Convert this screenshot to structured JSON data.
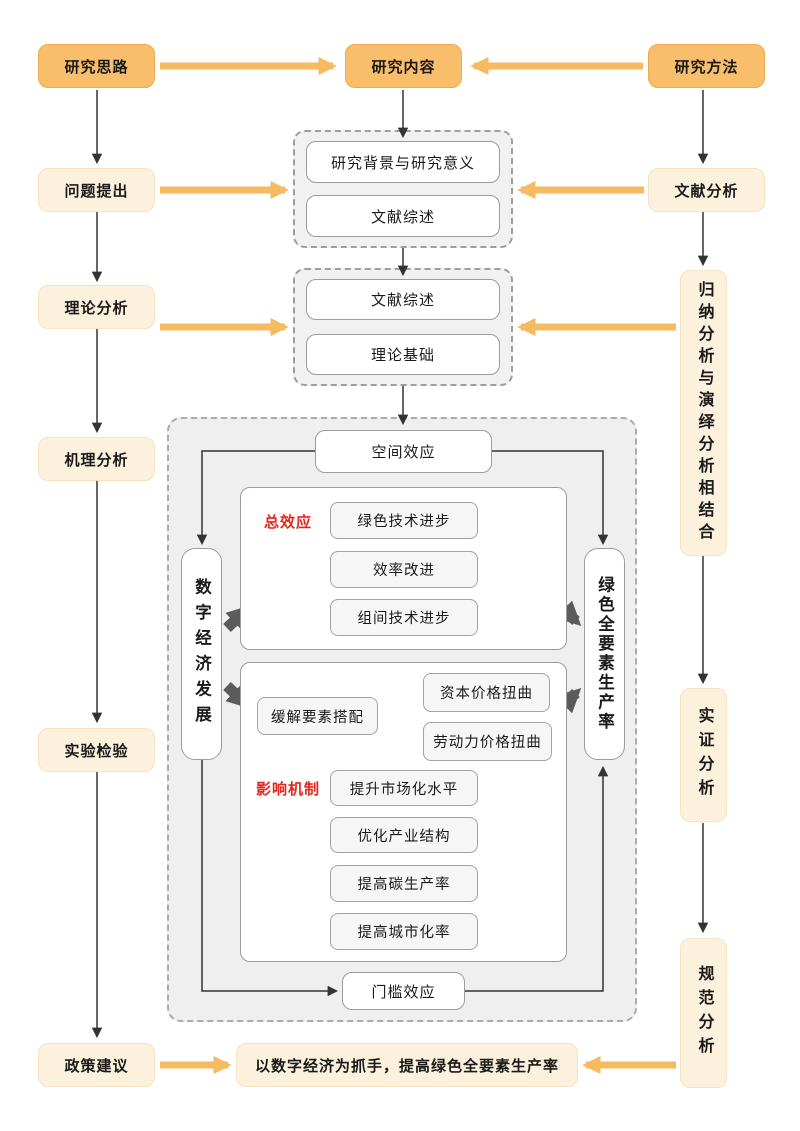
{
  "colors": {
    "node_orange": "#f9be6c",
    "node_cream": "#fcf1dc",
    "arrow_orange": "#f6ba60",
    "arrow_dark": "#5b5b5b",
    "arrow_thin": "#333333",
    "panel_gray": "#efefef",
    "accent_red": "#e5261b"
  },
  "top": {
    "idea": "研究思路",
    "content": "研究内容",
    "method": "研究方法"
  },
  "left_column": [
    "问题提出",
    "理论分析",
    "机理分析",
    "实验检验",
    "政策建议"
  ],
  "right_column": {
    "literature": "文献分析",
    "induction": "归纳分析与演绎分析相结合",
    "empirical": "实证分析",
    "normative": "规范分析"
  },
  "dashed1": {
    "items": [
      "研究背景与研究意义",
      "文献综述"
    ]
  },
  "dashed2": {
    "items": [
      "文献综述",
      "理论基础"
    ]
  },
  "mechanism": {
    "spatial": "空间效应",
    "threshold": "门槛效应",
    "left_vertical": "数字经济发展",
    "right_vertical": "绿色全要素生产率",
    "total_effect": {
      "label": "总效应",
      "items": [
        "绿色技术进步",
        "效率改进",
        "组间技术进步"
      ]
    },
    "influence": {
      "label": "影响机制",
      "mitigate": "缓解要素搭配",
      "branches": [
        "资本价格扭曲",
        "劳动力价格扭曲"
      ],
      "items": [
        "提升市场化水平",
        "优化产业结构",
        "提高碳生产率",
        "提高城市化率"
      ]
    }
  },
  "bottom": {
    "policy": "政策建议",
    "conclusion": "以数字经济为抓手，提高绿色全要素生产率"
  }
}
